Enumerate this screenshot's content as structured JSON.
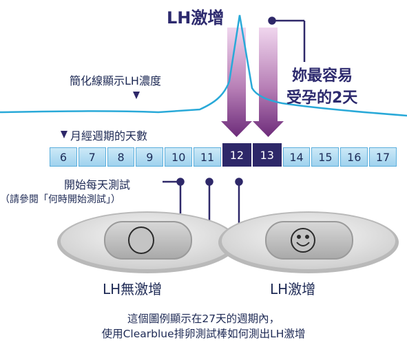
{
  "title_peak": "LH激增",
  "most_fertile_line1": "妳最容易",
  "most_fertile_line2": "受孕的2天",
  "curve_label": "簡化線顯示LH濃度",
  "cycle_label": "月經週期的天數",
  "days": [
    "6",
    "7",
    "8",
    "9",
    "10",
    "11",
    "12",
    "13",
    "14",
    "15",
    "16",
    "17"
  ],
  "highlight_days": [
    "12",
    "13"
  ],
  "start_test_line1": "開始每天測試",
  "start_test_line2": "（請參閱「何時開始測試」）",
  "result_no_surge": "LH無激增",
  "result_surge": "LH激增",
  "caption_line1": "這個圖例顯示在27天的週期內，",
  "caption_line2": "使用Clearblue排卵測試棒如何測出LH激增",
  "colors": {
    "navy": "#2e2869",
    "curve": "#29a9d8",
    "cell": "#a6d6f0",
    "arrow": "#8a4d96"
  }
}
